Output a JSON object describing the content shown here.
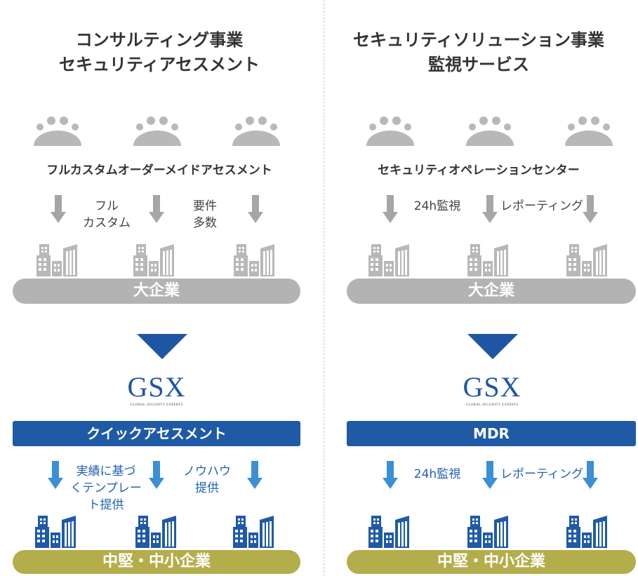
{
  "left": {
    "title_line1": "コンサルティング事業",
    "title_line2": "セキュリティアセスメント",
    "subhead": "フルカスタムオーダーメイドアセスメント",
    "upper_label1_l1": "フル",
    "upper_label1_l2": "カスタム",
    "upper_label2_l1": "要件",
    "upper_label2_l2": "多数",
    "large_enterprise": "大企業",
    "logo_text": "GSX",
    "logo_tagline": "GLOBAL SECURITY EXPERTS",
    "service_band": "クイックアセスメント",
    "lower_label1_l1": "実績に基づ",
    "lower_label1_l2": "くテンプレー",
    "lower_label1_l3": "ト提供",
    "lower_label2_l1": "ノウハウ",
    "lower_label2_l2": "提供",
    "sme": "中堅・中小企業"
  },
  "right": {
    "title_line1": "セキュリティソリューション事業",
    "title_line2": "監視サービス",
    "subhead": "セキュリティオペレーションセンター",
    "upper_label1": "24h監視",
    "upper_label2": "レポーティング",
    "large_enterprise": "大企業",
    "logo_text": "GSX",
    "logo_tagline": "GLOBAL SECURITY EXPERTS",
    "service_band": "MDR",
    "lower_label1": "24h監視",
    "lower_label2": "レポーティング",
    "sme": "中堅・中小企業"
  },
  "colors": {
    "gray": "#b3b3b3",
    "olive": "#b3ae4b",
    "blue": "#1f5aa6",
    "arrow_blue": "#3b8fd4"
  },
  "icons": [
    "people-group-icon",
    "down-arrow-icon",
    "building-icon",
    "triangle-down-icon"
  ]
}
